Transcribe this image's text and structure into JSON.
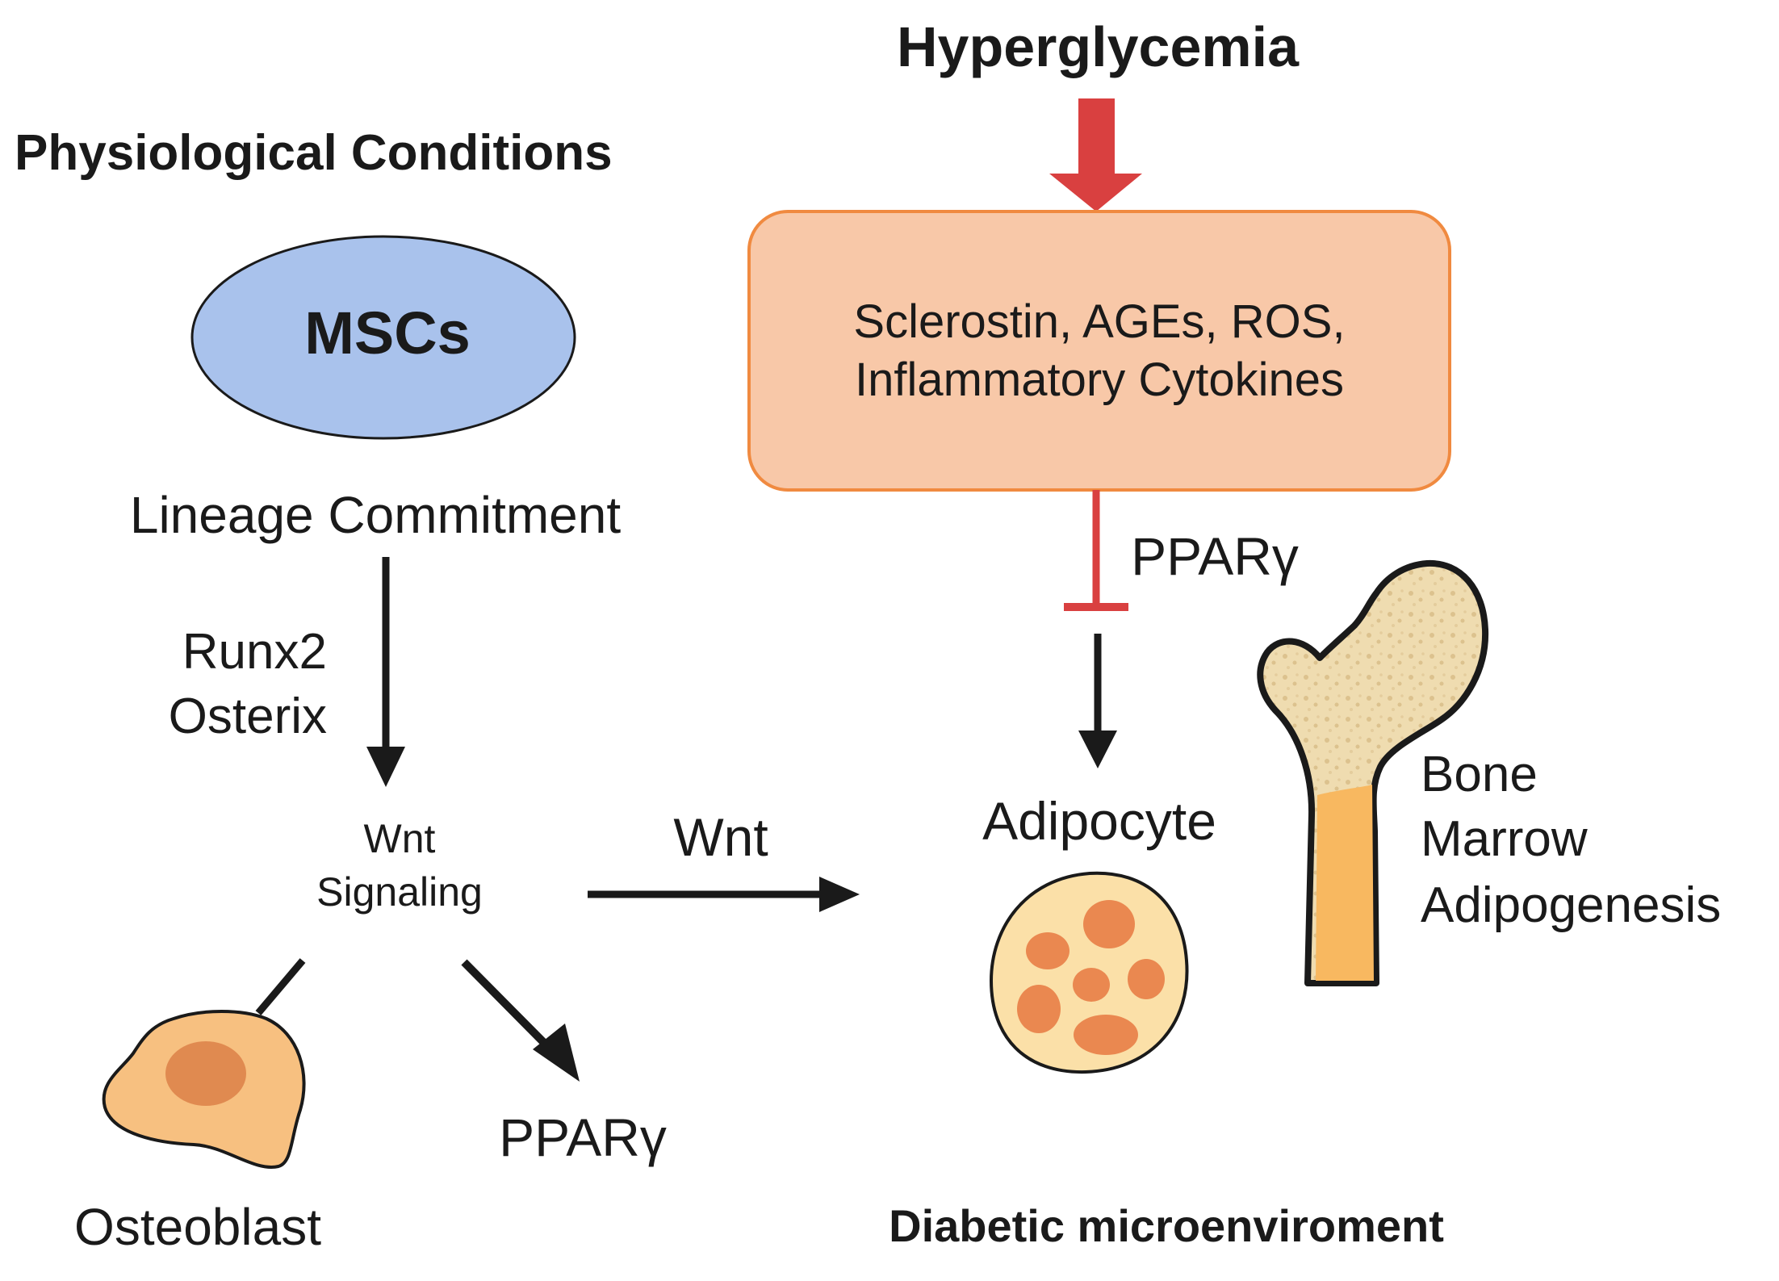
{
  "headings": {
    "physiological": "Physiological Conditions",
    "hyperglycemia": "Hyperglycemia",
    "diabetic": "Diabetic microenviroment"
  },
  "nodes": {
    "mscs": "MSCs",
    "lineage": "Lineage Commitment",
    "runx2": "Runx2",
    "osterix": "Osterix",
    "wnt_signaling_1": "Wnt",
    "wnt_signaling_2": "Signaling",
    "wnt_arrow_label": "Wnt",
    "pparg_left": "PPARγ",
    "osteoblast": "Osteoblast",
    "factors_line1": "Sclerostin, AGEs, ROS,",
    "factors_line2": "Inflammatory Cytokines",
    "pparg_inhibit": "PPARγ",
    "adipocyte": "Adipocyte",
    "bone_1": "Bone",
    "bone_2": "Marrow",
    "bone_3": "Adipogenesis"
  },
  "colors": {
    "msc_fill": "#a9c2ec",
    "factor_box_fill": "#f8c8a8",
    "factor_box_stroke": "#f08a40",
    "hyperglycemia_arrow": "#d94040",
    "inhibit_line": "#d94040",
    "arrow_black": "#1a1a1a",
    "osteoblast_fill": "#f7c080",
    "osteoblast_nucleus": "#e08a50",
    "adipocyte_fill": "#fbe0a8",
    "adipocyte_droplet": "#ea8850",
    "bone_shaft": "#f8b860",
    "bone_spongy": "#efdcb0"
  },
  "icons": [
    "msc-ellipse",
    "osteoblast-cell",
    "adipocyte-cell",
    "femur-bone"
  ]
}
